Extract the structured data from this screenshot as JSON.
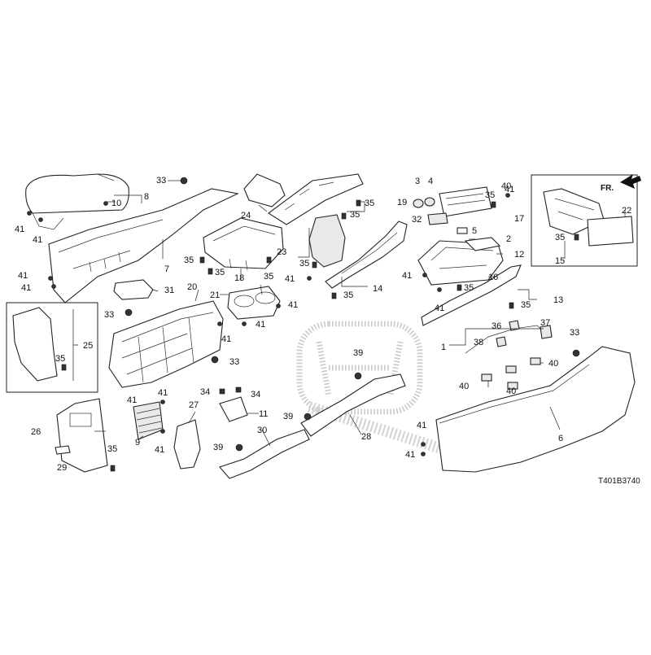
{
  "diagram_code": "T401B3740",
  "direction_marker": "FR.",
  "callouts": [
    {
      "id": "c1",
      "text": "1"
    },
    {
      "id": "c2",
      "text": "2"
    },
    {
      "id": "c3",
      "text": "3"
    },
    {
      "id": "c4",
      "text": "4"
    },
    {
      "id": "c5",
      "text": "5"
    },
    {
      "id": "c6",
      "text": "6"
    },
    {
      "id": "c7",
      "text": "7"
    },
    {
      "id": "c8",
      "text": "8"
    },
    {
      "id": "c9",
      "text": "9"
    },
    {
      "id": "c10",
      "text": "10"
    },
    {
      "id": "c11",
      "text": "11"
    },
    {
      "id": "c12",
      "text": "12"
    },
    {
      "id": "c13",
      "text": "13"
    },
    {
      "id": "c14",
      "text": "14"
    },
    {
      "id": "c15",
      "text": "15"
    },
    {
      "id": "c16",
      "text": "16"
    },
    {
      "id": "c17",
      "text": "17"
    },
    {
      "id": "c18",
      "text": "18"
    },
    {
      "id": "c19",
      "text": "19"
    },
    {
      "id": "c20",
      "text": "20"
    },
    {
      "id": "c21",
      "text": "21"
    },
    {
      "id": "c22",
      "text": "22"
    },
    {
      "id": "c23",
      "text": "23"
    },
    {
      "id": "c24",
      "text": "24"
    },
    {
      "id": "c25",
      "text": "25"
    },
    {
      "id": "c26",
      "text": "26"
    },
    {
      "id": "c27",
      "text": "27"
    },
    {
      "id": "c28",
      "text": "28"
    },
    {
      "id": "c29",
      "text": "29"
    },
    {
      "id": "c30",
      "text": "30"
    },
    {
      "id": "c31",
      "text": "31"
    },
    {
      "id": "c32",
      "text": "32"
    },
    {
      "id": "c33a",
      "text": "33"
    },
    {
      "id": "c33b",
      "text": "33"
    },
    {
      "id": "c33c",
      "text": "33"
    },
    {
      "id": "c33d",
      "text": "33"
    },
    {
      "id": "c34a",
      "text": "34"
    },
    {
      "id": "c34b",
      "text": "34"
    },
    {
      "id": "c35a",
      "text": "35"
    },
    {
      "id": "c35b",
      "text": "35"
    },
    {
      "id": "c35c",
      "text": "35"
    },
    {
      "id": "c35d",
      "text": "35"
    },
    {
      "id": "c35e",
      "text": "35"
    },
    {
      "id": "c35f",
      "text": "35"
    },
    {
      "id": "c35g",
      "text": "35"
    },
    {
      "id": "c35h",
      "text": "35"
    },
    {
      "id": "c35i",
      "text": "35"
    },
    {
      "id": "c35j",
      "text": "35"
    },
    {
      "id": "c35k",
      "text": "35"
    },
    {
      "id": "c35l",
      "text": "35"
    },
    {
      "id": "c35m",
      "text": "35"
    },
    {
      "id": "c36",
      "text": "36"
    },
    {
      "id": "c37",
      "text": "37"
    },
    {
      "id": "c38",
      "text": "38"
    },
    {
      "id": "c39a",
      "text": "39"
    },
    {
      "id": "c39b",
      "text": "39"
    },
    {
      "id": "c39c",
      "text": "39"
    },
    {
      "id": "c40a",
      "text": "40"
    },
    {
      "id": "c40b",
      "text": "40"
    },
    {
      "id": "c40c",
      "text": "40"
    },
    {
      "id": "c40d",
      "text": "40"
    },
    {
      "id": "c41a",
      "text": "41"
    },
    {
      "id": "c41b",
      "text": "41"
    },
    {
      "id": "c41c",
      "text": "41"
    },
    {
      "id": "c41d",
      "text": "41"
    },
    {
      "id": "c41e",
      "text": "41"
    },
    {
      "id": "c41f",
      "text": "41"
    },
    {
      "id": "c41g",
      "text": "41"
    },
    {
      "id": "c41h",
      "text": "41"
    },
    {
      "id": "c41i",
      "text": "41"
    },
    {
      "id": "c41j",
      "text": "41"
    },
    {
      "id": "c41k",
      "text": "41"
    },
    {
      "id": "c41l",
      "text": "41"
    },
    {
      "id": "c41m",
      "text": "41"
    },
    {
      "id": "c41n",
      "text": "41"
    },
    {
      "id": "c41o",
      "text": "41"
    },
    {
      "id": "c41p",
      "text": "41"
    }
  ]
}
